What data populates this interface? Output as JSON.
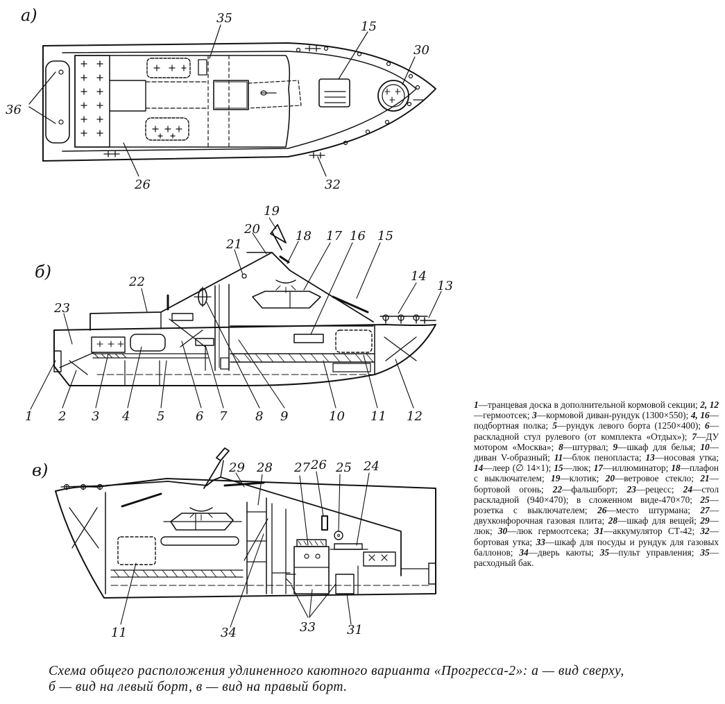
{
  "views": {
    "a": "а)",
    "b": "б)",
    "v": "в)"
  },
  "callouts": {
    "a": [
      "36",
      "35",
      "15",
      "30",
      "26",
      "32"
    ],
    "b": [
      "19",
      "20",
      "21",
      "18",
      "17",
      "16",
      "15",
      "14",
      "13",
      "22",
      "23",
      "1",
      "2",
      "3",
      "4",
      "5",
      "6",
      "7",
      "8",
      "9",
      "10",
      "11",
      "12"
    ],
    "v": [
      "29",
      "28",
      "27",
      "26",
      "25",
      "24",
      "11",
      "34",
      "33",
      "31"
    ]
  },
  "legend": [
    {
      "n": "1",
      "t": "—транцевая доска в дополнительной кормовой секции;"
    },
    {
      "n": "2, 12",
      "t": "—гермоотсек;"
    },
    {
      "n": "3",
      "t": "—кормовой диван-рундук (1300×550);"
    },
    {
      "n": "4, 16",
      "t": "—подбортная полка;"
    },
    {
      "n": "5",
      "t": "—рундук левого борта (1250×400);"
    },
    {
      "n": "6",
      "t": "—раскладной стул рулевого (от комплекта «Отдых»);"
    },
    {
      "n": "7",
      "t": "—ДУ мотором «Москва»;"
    },
    {
      "n": "8",
      "t": "—штурвал;"
    },
    {
      "n": "9",
      "t": "—шкаф для белья;"
    },
    {
      "n": "10",
      "t": "—диван V-образный;"
    },
    {
      "n": "11",
      "t": "—блок пенопласта;"
    },
    {
      "n": "13",
      "t": "—носовая утка;"
    },
    {
      "n": "14",
      "t": "—леер (∅ 14×1);"
    },
    {
      "n": "15",
      "t": "—люк;"
    },
    {
      "n": "17",
      "t": "—иллюминатор;"
    },
    {
      "n": "18",
      "t": "—плафон с выключателем;"
    },
    {
      "n": "19",
      "t": "—клотик;"
    },
    {
      "n": "20",
      "t": "—ветровое стекло;"
    },
    {
      "n": "21",
      "t": "—бортовой огонь;"
    },
    {
      "n": "22",
      "t": "—фальшборт;"
    },
    {
      "n": "23",
      "t": "—рецесс;"
    },
    {
      "n": "24",
      "t": "—стол раскладной (940×470); в сложенном виде-470×70;"
    },
    {
      "n": "25",
      "t": "—розетка с выключателем;"
    },
    {
      "n": "26",
      "t": "—место штурмана;"
    },
    {
      "n": "27",
      "t": "—двухконфорочная газовая плита;"
    },
    {
      "n": "28",
      "t": "—шкаф для вещей;"
    },
    {
      "n": "29",
      "t": "—люк;"
    },
    {
      "n": "30",
      "t": "—люк гермоотсека;"
    },
    {
      "n": "31",
      "t": "—аккумулятор СТ-42;"
    },
    {
      "n": "32",
      "t": "—бортовая утка;"
    },
    {
      "n": "33",
      "t": "—шкаф для посуды и рундук для газовых баллонов;"
    },
    {
      "n": "34",
      "t": "—дверь каюты;"
    },
    {
      "n": "35",
      "t": "—пульт управления;"
    },
    {
      "n": "35",
      "t": "—расходный бак."
    }
  ],
  "caption": {
    "line1": "Схема общего расположения удлиненного каютного варианта «Прогресса-2»: а — вид сверху,",
    "line2": "б — вид на левый борт, в — вид на правый борт."
  }
}
